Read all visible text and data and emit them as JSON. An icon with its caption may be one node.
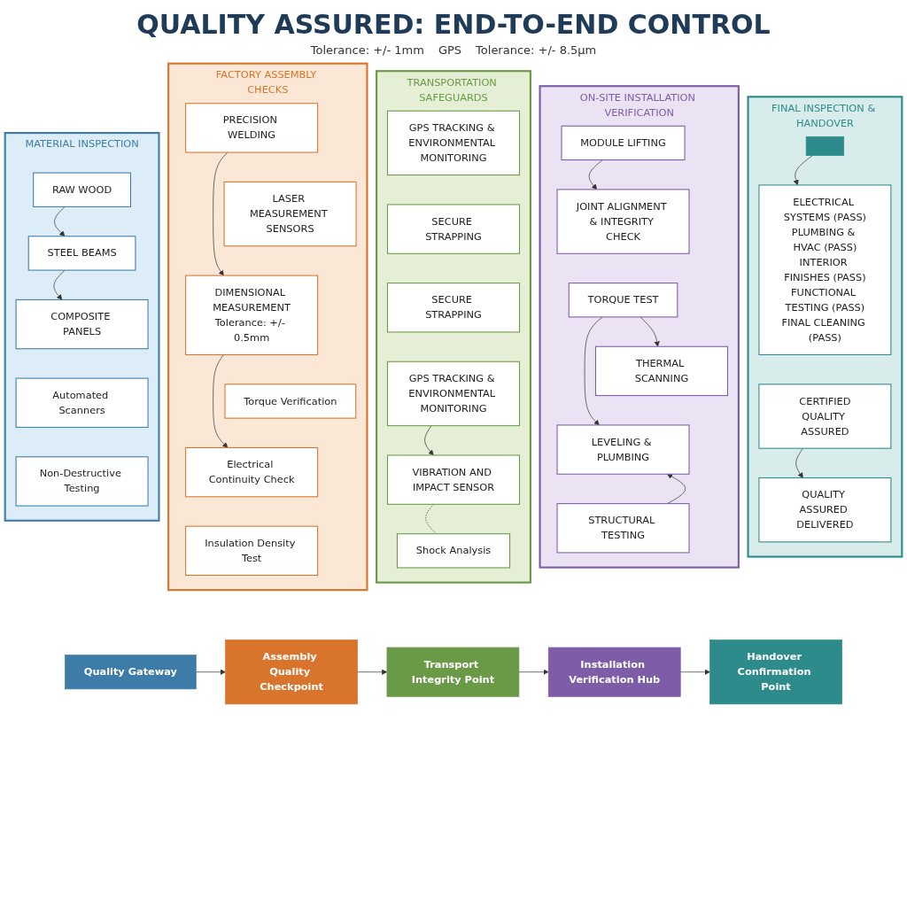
{
  "diagram": {
    "title": "QUALITY ASSURED: END-TO-END CONTROL",
    "nodes": [
      {
        "text": [
          "MATERIAL INSPECTION"
        ]
      },
      {
        "text": [
          "RAW WOOD"
        ],
        "in": 0
      },
      {
        "text": [
          "STEEL BEAMS"
        ],
        "in": 0
      },
      {
        "text": [
          "COMPOSITE PANELS"
        ],
        "in": 0
      },
      {
        "text": [
          "Automated Scanners"
        ],
        "in": 0
      },
      {
        "text": [
          "Non-Destructive Testing"
        ],
        "in": 0
      },
      {
        "text": [
          "FACTORY ASSEMBLY CHECKS"
        ]
      },
      {
        "text": [
          "PRECISION WELDING"
        ],
        "in": 6
      },
      {
        "text": [
          "LASER MEASUREMENT SENSORS"
        ],
        "in": 6
      },
      {
        "text": [
          "DIMENSIONAL MEASUREMENT",
          "Tolerance: +/- 0.5mm"
        ],
        "in": 6
      },
      {
        "text": [
          "Torque Verification"
        ],
        "in": 6
      },
      {
        "text": [
          "Electrical Continuity Check"
        ],
        "in": 6
      },
      {
        "text": [
          "Insulation Density Test"
        ],
        "in": 6
      },
      {
        "text": [
          "TRANSPORTATION SAFEGUARDS"
        ]
      },
      {
        "text": [
          "GPS TRACKING & ENVIRONMENTAL MONITORING"
        ],
        "in": 13
      },
      {
        "text": [
          "SECURE STRAPPING"
        ],
        "in": 13
      },
      {
        "text": [
          "SECURE STRAPPING"
        ],
        "in": 13
      },
      {
        "text": [
          "GPS TRACKING & ENVIRONMENTAL MONITORING"
        ],
        "in": 13
      },
      {
        "text": [
          "VIBRATION AND IMPACT SENSOR"
        ],
        "in": 13
      },
      {
        "text": [
          "Shock Analysis"
        ],
        "in": 13
      },
      {
        "text": [
          "ON-SITE INSTALLATION VERIFICATION"
        ]
      },
      {
        "text": [
          "MODULE LIFTING"
        ],
        "in": 20
      },
      {
        "text": [
          "JOINT ALIGNMENT & INTEGRITY CHECK"
        ],
        "in": 20
      },
      {
        "text": [
          "TORQUE TEST"
        ],
        "in": 20
      },
      {
        "text": [
          "THERMAL SCANNING"
        ],
        "in": 20
      },
      {
        "text": [
          "LEVELING & PLUMBING"
        ],
        "in": 20
      },
      {
        "text": [
          "STRUCTURAL TESTING"
        ],
        "in": 20
      },
      {
        "text": [
          "FINAL INSPECTION & HANDOVER"
        ]
      },
      {
        "text": [],
        "shape": "box",
        "in": 27
      },
      {
        "text": [
          "ELECTRICAL SYSTEMS (PASS)",
          "PLUMBING & HVAC (PASS)",
          "INTERIOR FINISHES (PASS)",
          "FUNCTIONAL TESTING (PASS)",
          "FINAL CLEANING (PASS)"
        ],
        "in": 27
      },
      {
        "text": [
          "CERTIFIED",
          "QUALITY ASSURED"
        ],
        "in": 27
      },
      {
        "text": [
          "QUALITY ASSURED DELIVERED"
        ],
        "in": 27
      },
      {
        "text": [
          "Quality Gateway"
        ]
      },
      {
        "text": [
          "Assembly Quality Checkpoint"
        ]
      },
      {
        "text": [
          "Transport Integrity Point"
        ]
      },
      {
        "text": [
          "Installation Verification Hub"
        ]
      },
      {
        "text": [
          "Handover Confirmation Point"
        ]
      }
    ],
    "edges": [
      {
        "from": 1,
        "to": 2,
        "arrow": "to"
      },
      {
        "from": 2,
        "to": 3,
        "arrow": "to"
      },
      {
        "from": 7,
        "to": 9,
        "arrow": "to"
      },
      {
        "from": 9,
        "to": 11,
        "arrow": "to"
      },
      {
        "from": 17,
        "to": 18,
        "arrow": "to"
      },
      {
        "from": 18,
        "to": 19,
        "arrow": "none",
        "style": "dashed"
      },
      {
        "from": 21,
        "to": 22,
        "arrow": "to"
      },
      {
        "from": 23,
        "to": 24,
        "arrow": "to"
      },
      {
        "from": 23,
        "to": 25,
        "arrow": "to"
      },
      {
        "from": 26,
        "to": 25,
        "arrow": "to"
      },
      {
        "from": 28,
        "to": 29,
        "arrow": "to"
      },
      {
        "from": 30,
        "to": 31,
        "arrow": "to"
      },
      {
        "from": 32,
        "to": 33,
        "arrow": "to"
      },
      {
        "from": 33,
        "to": 34,
        "arrow": "to"
      },
      {
        "from": 34,
        "to": 35,
        "arrow": "to"
      },
      {
        "from": 35,
        "to": 36,
        "arrow": "to"
      }
    ],
    "labels": [
      "Tolerance: +/- 1mm",
      "GPS",
      "Tolerance: +/- 8.5μm"
    ]
  }
}
